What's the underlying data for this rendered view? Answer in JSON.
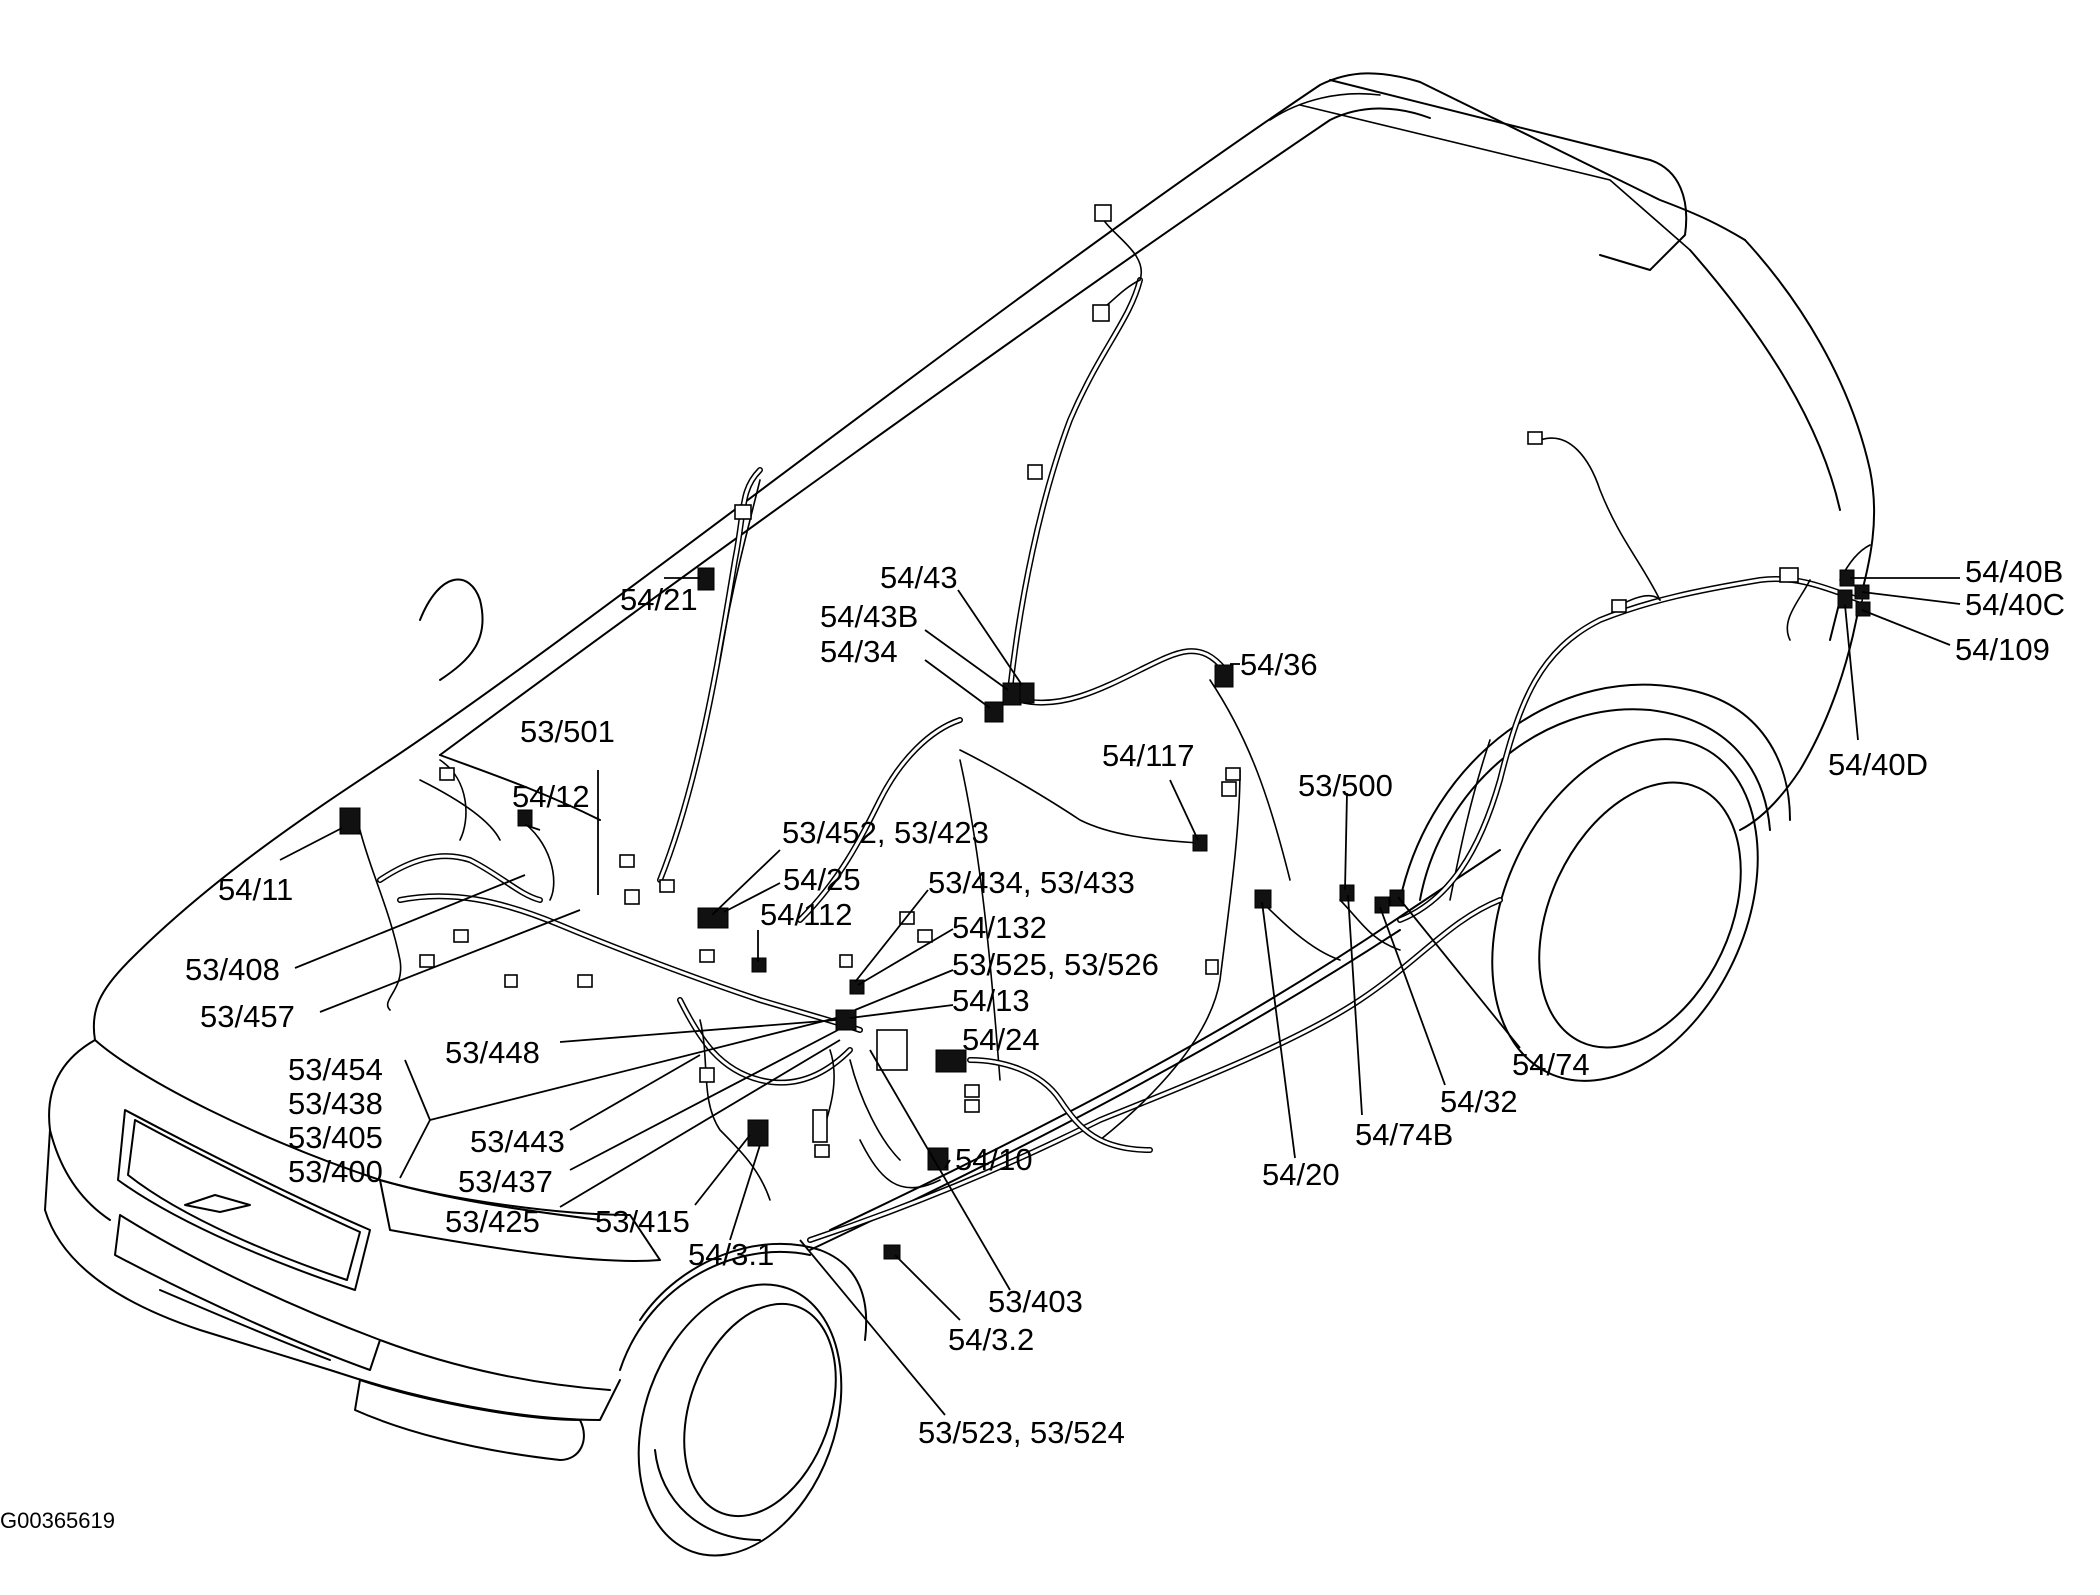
{
  "labels": {
    "c_54_21": "54/21",
    "c_54_43": "54/43",
    "c_54_43B": "54/43B",
    "c_54_34": "54/34",
    "c_54_36": "54/36",
    "c_54_117": "54/117",
    "c_53_500": "53/500",
    "c_54_40B": "54/40B",
    "c_54_40C": "54/40C",
    "c_54_109": "54/109",
    "c_54_40D": "54/40D",
    "c_53_501": "53/501",
    "c_54_12": "54/12",
    "c_54_11": "54/11",
    "c_53_452_423": "53/452, 53/423",
    "c_54_25": "54/25",
    "c_54_112": "54/112",
    "c_53_434_433": "53/434, 53/433",
    "c_54_132": "54/132",
    "c_53_525_526": "53/525, 53/526",
    "c_54_13": "54/13",
    "c_54_24": "54/24",
    "c_53_408": "53/408",
    "c_53_457": "53/457",
    "c_53_448": "53/448",
    "c_53_454": "53/454",
    "c_53_438": "53/438",
    "c_53_405": "53/405",
    "c_53_400": "53/400",
    "c_53_443": "53/443",
    "c_53_437": "53/437",
    "c_53_425": "53/425",
    "c_53_415": "53/415",
    "c_54_3_1": "54/3.1",
    "c_54_10": "54/10",
    "c_53_403": "53/403",
    "c_54_3_2": "54/3.2",
    "c_53_523_524": "53/523, 53/524",
    "c_54_20": "54/20",
    "c_54_74B": "54/74B",
    "c_54_32": "54/32",
    "c_54_74": "54/74"
  },
  "figure_code": "G00365619"
}
